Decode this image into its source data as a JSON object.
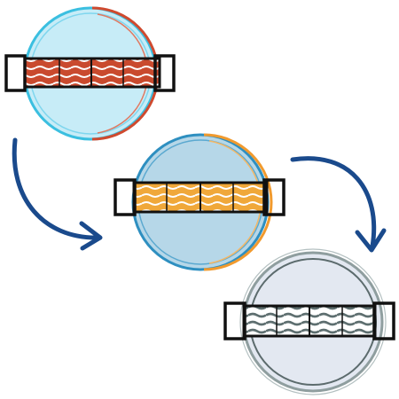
{
  "colors": {
    "background": "#ffffff",
    "outline": "#111111",
    "arrow": "#1a4a8c",
    "stage1": {
      "dish_fill": "#c7ecf7",
      "rim_main": "#3bbfe0",
      "rim_accent": "#cf4a2f",
      "wave": "#c94a2e"
    },
    "stage2": {
      "dish_fill": "#b6d7e8",
      "rim_main": "#2e8fc0",
      "rim_accent": "#f19a2e",
      "wave": "#f0a83a"
    },
    "stage3": {
      "dish_fill": "#e3e8f1",
      "rim_main": "#8f9e9f",
      "rim_accent": "#5c6b6d",
      "wave": "#5d6e6f"
    }
  },
  "stages": [
    {
      "id": "stage-1",
      "strip_color_name": "red",
      "accent_side": "right"
    },
    {
      "id": "stage-2",
      "strip_color_name": "orange",
      "accent_side": "right"
    },
    {
      "id": "stage-3",
      "strip_color_name": "gray",
      "accent_side": "none"
    }
  ],
  "arrows": [
    {
      "from": "stage-1",
      "to": "stage-2",
      "icon": "curved-arrow-icon"
    },
    {
      "from": "stage-2",
      "to": "stage-3",
      "icon": "curved-arrow-icon"
    }
  ]
}
